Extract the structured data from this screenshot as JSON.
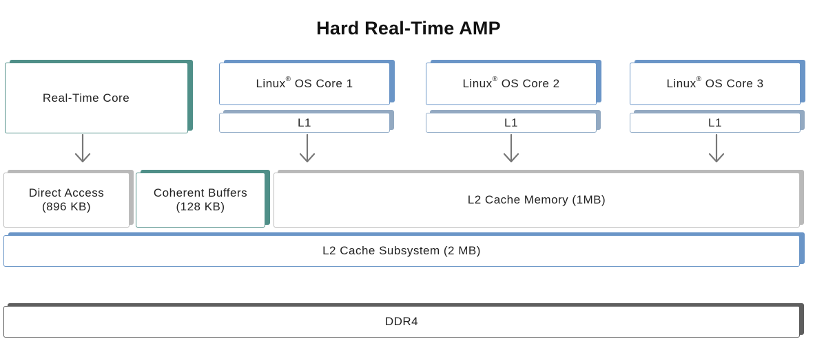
{
  "title": "Hard Real-Time AMP",
  "blocks": {
    "rt_core": "Real-Time Core",
    "os_core_1": {
      "pre": "Linux",
      "mark": "®",
      "post": " OS Core 1"
    },
    "os_core_2": {
      "pre": "Linux",
      "mark": "®",
      "post": " OS Core 2"
    },
    "os_core_3": {
      "pre": "Linux",
      "mark": "®",
      "post": " OS Core 3"
    },
    "l1_1": "L1",
    "l1_2": "L1",
    "l1_3": "L1",
    "direct_access": {
      "line1": "Direct Access",
      "line2": "(896 KB)"
    },
    "coherent_buffers": {
      "line1": "Coherent Buffers",
      "line2": "(128 KB)"
    },
    "l2_cache_memory": "L2 Cache Memory (1MB)",
    "l2_cache_subsystem": "L2 Cache Subsystem (2 MB)",
    "ddr4": "DDR4"
  },
  "colors": {
    "teal": "#4f8f88",
    "blue": "#6a95c7",
    "light_blue": "#93a9c1",
    "grey": "#b9b9b9",
    "dark_grey": "#5e5e5e",
    "arrow": "#777777"
  }
}
